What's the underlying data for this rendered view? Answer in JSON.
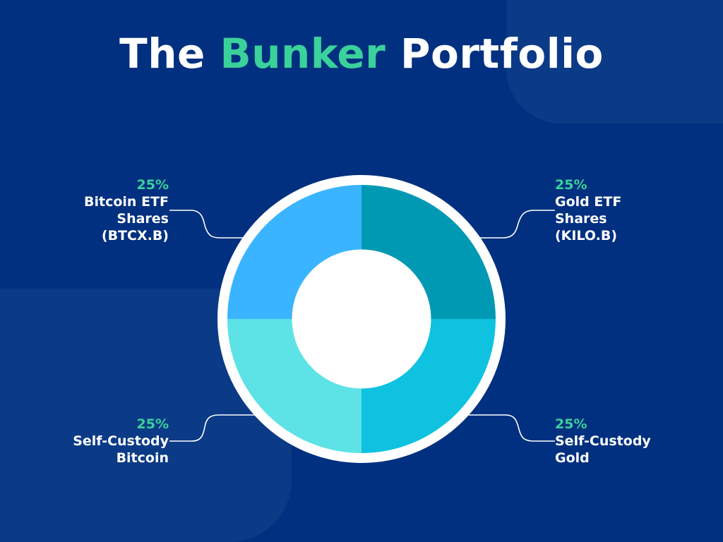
{
  "title": {
    "part1": "The",
    "accent": "Bunker",
    "part2": "Portfolio"
  },
  "colors": {
    "background": "#00307f",
    "panel": "#0b3a87",
    "accent_green": "#3ad19b",
    "ring": "#ffffff"
  },
  "labels": {
    "top_left": {
      "pct": "25%",
      "lines": [
        "Bitcoin ETF",
        "Shares",
        "(BTCX.B)"
      ]
    },
    "top_right": {
      "pct": "25%",
      "lines": [
        "Gold ETF",
        "Shares",
        "(KILO.B)"
      ]
    },
    "bottom_left": {
      "pct": "25%",
      "lines": [
        "Self-Custody",
        "Bitcoin"
      ]
    },
    "bottom_right": {
      "pct": "25%",
      "lines": [
        "Self-Custody",
        "Gold"
      ]
    }
  },
  "chart_data": {
    "type": "pie",
    "variant": "donut",
    "title": "The Bunker Portfolio",
    "categories": [
      "Bitcoin ETF Shares (BTCX.B)",
      "Gold ETF Shares (KILO.B)",
      "Self-Custody Gold",
      "Self-Custody Bitcoin"
    ],
    "values": [
      25,
      25,
      25,
      25
    ],
    "unit": "%",
    "slice_colors": [
      "#3bb4ff",
      "#0099b4",
      "#0ec2e0",
      "#5de2e6"
    ],
    "legend_position": "callout labels around donut"
  }
}
